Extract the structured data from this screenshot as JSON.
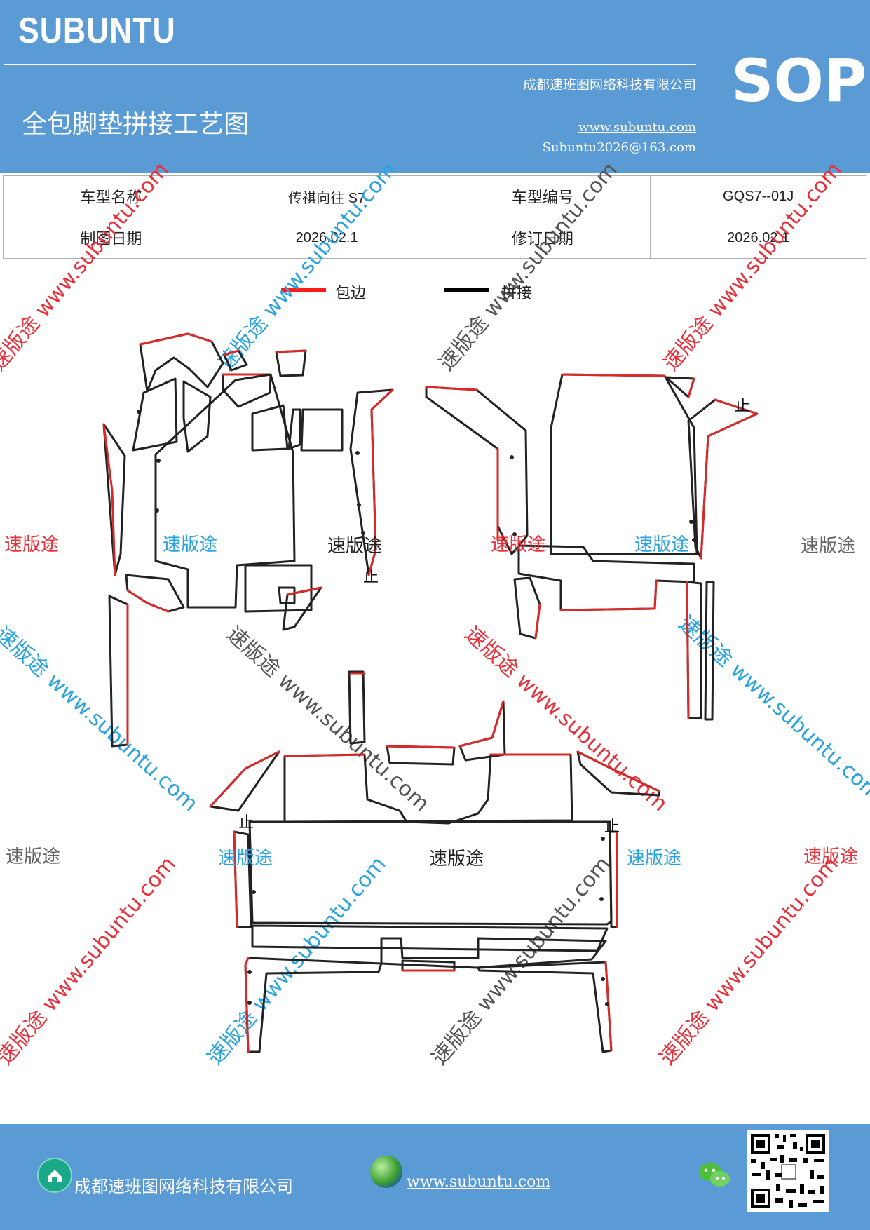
{
  "header": {
    "brand": "SUBUNTU",
    "company": "成都速班图网络科技有限公司",
    "doc_type": "SOP",
    "title": "全包脚垫拼接工艺图",
    "website": "www.subuntu.com",
    "email": "Subuntu2026@163.com"
  },
  "info_table": {
    "row1": [
      "车型名称",
      "传祺向往 S7",
      "车型编号",
      "GQS7--01J"
    ],
    "row2": [
      "制图日期",
      "2026.02.1",
      "修订日期",
      "2026.02.1"
    ]
  },
  "legend": {
    "wrap_label": "包边",
    "wrap_color": "#ff1a1a",
    "splice_label": "拼接",
    "splice_color": "#000000"
  },
  "watermark": {
    "brand": "速版途",
    "diagonal": "速版途 www.subuntu.com",
    "colors": [
      "#e8303a",
      "#29a3e0",
      "#555555"
    ]
  },
  "diagram": {
    "stop_mark": "止"
  },
  "footer": {
    "company": "成都速班图网络科技有限公司",
    "website": "www.subuntu.com ",
    "icons": [
      "house-icon",
      "globe-icon",
      "wechat-icon",
      "qr-code"
    ]
  }
}
